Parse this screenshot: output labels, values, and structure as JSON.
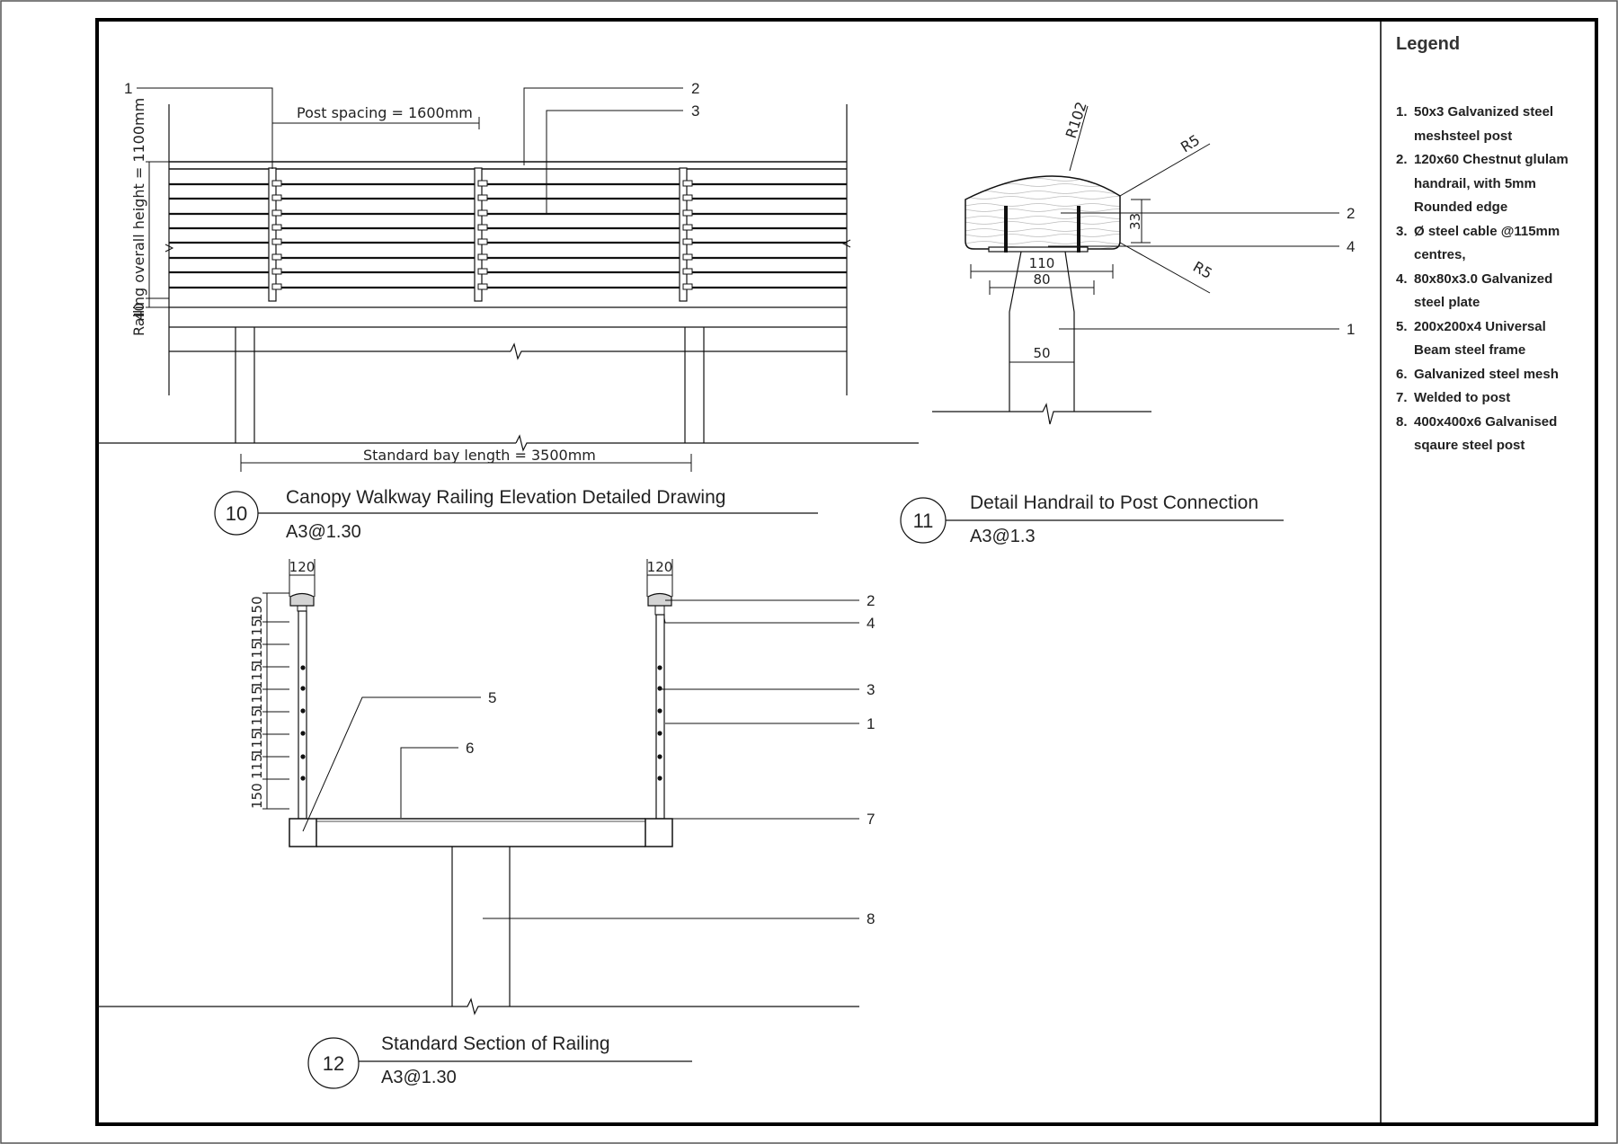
{
  "legend": {
    "title": "Legend",
    "items": [
      {
        "num": "1.",
        "text": "50x3 Galvanized steel meshsteel post"
      },
      {
        "num": "2.",
        "text": "120x60 Chestnut glulam handrail, with 5mm Rounded edge"
      },
      {
        "num": "3.",
        "text": "Ø steel cable @115mm centres,"
      },
      {
        "num": "4.",
        "text": "80x80x3.0 Galvanized steel plate"
      },
      {
        "num": "5.",
        "text": "200x200x4 Universal Beam steel frame"
      },
      {
        "num": "6.",
        "text": "Galvanized steel mesh"
      },
      {
        "num": "7.",
        "text": "Welded to post"
      },
      {
        "num": "8.",
        "text": "400x400x6 Galvanised sqaure steel post"
      }
    ]
  },
  "drawing10": {
    "number": "10",
    "title": "Canopy Walkway Railing Elevation Detailed Drawing",
    "scale": "A3@1.30",
    "post_spacing": "Post spacing = 1600mm",
    "overall_height": "Railing overall height = 1100mm",
    "bay_length": "Standard bay length = 3500mm",
    "height_40": "40",
    "tags": [
      "1",
      "2",
      "3"
    ]
  },
  "drawing11": {
    "number": "11",
    "title": "Detail Handrail to Post Connection",
    "scale": "A3@1.3",
    "r102": "R102",
    "r5_top": "R5",
    "r5_bottom": "R5",
    "dim_33": "33",
    "dim_110": "110",
    "dim_80": "80",
    "dim_50": "50",
    "tags": [
      "2",
      "4",
      "1"
    ]
  },
  "drawing12": {
    "number": "12",
    "title": "Standard Section of Railing",
    "scale": "A3@1.30",
    "width_left": "120",
    "width_right": "120",
    "spacings": [
      "150",
      "115",
      "115",
      "115",
      "115",
      "115",
      "115",
      "115",
      "150"
    ],
    "tags": [
      "2",
      "4",
      "3",
      "1",
      "5",
      "6",
      "7",
      "8"
    ]
  }
}
